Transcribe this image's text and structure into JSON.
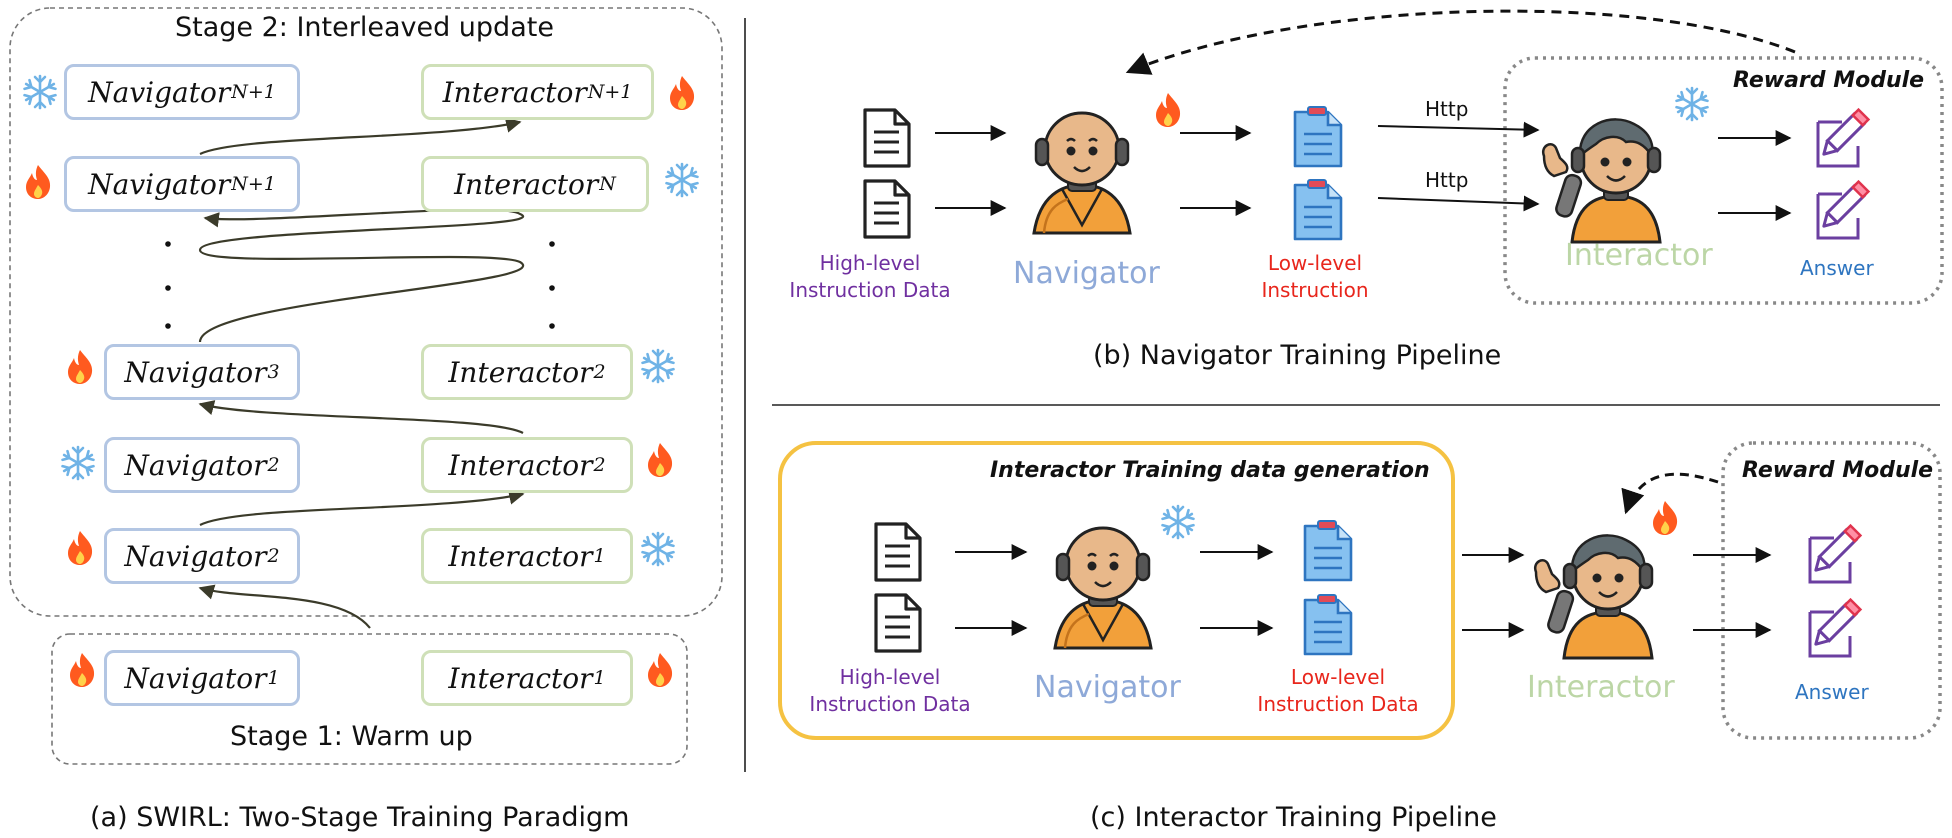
{
  "panel_a": {
    "stage2_title": "Stage 2: Interleaved update",
    "stage1_title": "Stage 1: Warm up",
    "caption": "(a) SWIRL: Two-Stage Training Paradigm",
    "rows": [
      {
        "nav": "Navigator",
        "nav_sub": "N+1",
        "nav_state": "frozen",
        "int": "Interactor",
        "int_sub": "N+1",
        "int_state": "trained"
      },
      {
        "nav": "Navigator",
        "nav_sub": "N+1",
        "nav_state": "trained",
        "int": "Interactor ",
        "int_sub": "N",
        "int_state": "frozen"
      },
      {
        "nav": "Navigator",
        "nav_sub": "3",
        "nav_state": "trained",
        "int": "Interactor",
        "int_sub": "2",
        "int_state": "frozen"
      },
      {
        "nav": "Navigator",
        "nav_sub": "2",
        "nav_state": "frozen",
        "int": "Interactor",
        "int_sub": "2",
        "int_state": "trained"
      },
      {
        "nav": "Navigator",
        "nav_sub": "2",
        "nav_state": "trained",
        "int": "Interactor",
        "int_sub": "1",
        "int_state": "frozen"
      },
      {
        "nav": "Navigator",
        "nav_sub": "1",
        "nav_state": "trained",
        "int": "Interactor",
        "int_sub": "1",
        "int_state": "trained"
      }
    ]
  },
  "panel_b": {
    "caption": "(b) Navigator Training Pipeline",
    "input_label": "High-level\nInstruction Data",
    "navigator_label": "Navigator",
    "low_label": "Low-level\nInstruction",
    "http_1": "Http",
    "http_2": "Http",
    "reward_label": "Reward Module",
    "interactor_label": "Interactor",
    "answer_label": "Answer"
  },
  "panel_c": {
    "caption": "(c) Interactor Training Pipeline",
    "box_title": "Interactor Training data generation",
    "input_label": "High-level\nInstruction Data",
    "navigator_label": "Navigator",
    "low_label": "Low-level\nInstruction Data",
    "reward_label": "Reward Module",
    "interactor_label": "Interactor",
    "answer_label": "Answer"
  },
  "colors": {
    "navigator_border": "#b3c6e3",
    "interactor_border": "#cfe0b8",
    "fire": "#ff5a1f",
    "snow": "#6fb3e6",
    "highlight_box": "#f5c242",
    "purple_text": "#7030a0",
    "red_text": "#e8261c",
    "answer_text": "#2e75c0"
  },
  "icons": [
    "fire-icon",
    "snowflake-icon",
    "document-icon",
    "clipboard-icon",
    "pencil-icon",
    "robot-monk-icon",
    "robot-boy-icon"
  ]
}
